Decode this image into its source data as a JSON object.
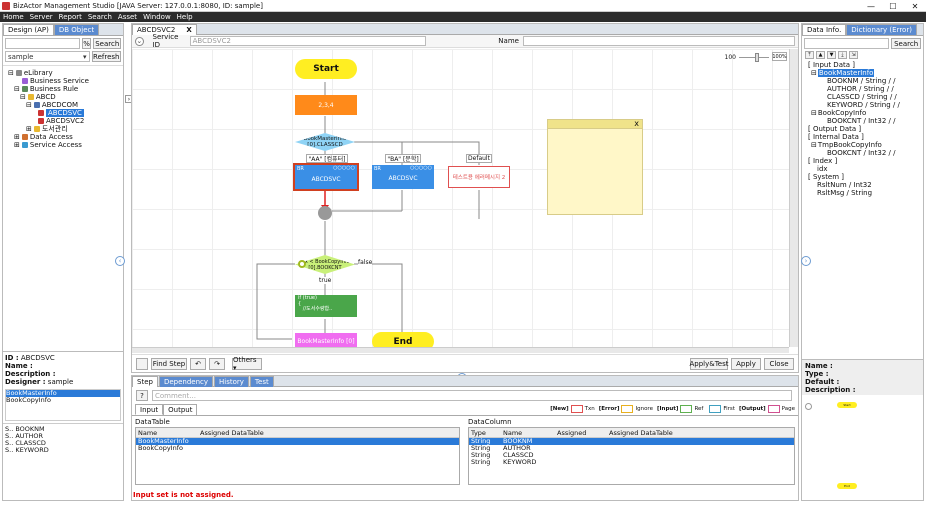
{
  "window": {
    "title": "BizActor Management Studio [JAVA Server: 127.0.0.1:8080, ID: sample]",
    "minimize": "—",
    "maximize": "☐",
    "close": "✕"
  },
  "menu": [
    "Home",
    "Server",
    "Report",
    "Search",
    "Asset",
    "Window",
    "Help"
  ],
  "left": {
    "tabs": [
      "Design (AP)",
      "DB Object"
    ],
    "search_value": "",
    "percent": "%",
    "search_btn": "Search",
    "combo_value": "sample",
    "refresh_btn": "Refresh",
    "tree": [
      "eLibrary",
      "Business Service",
      "Business Rule",
      "ABCD",
      "ABCDCOM",
      "ABCDSVC",
      "ABCDSVC2",
      "도서관리",
      "Data Access",
      "Service Access"
    ],
    "info": {
      "id_label": "ID :",
      "id_value": "ABCDSVC",
      "name_label": "Name :",
      "desc_label": "Description :",
      "designer_label": "Designer :",
      "designer_value": "sample"
    },
    "inputs": [
      "BookMasterInfo",
      "BookCopyInfo"
    ],
    "fields": [
      "S.. BOOKNM",
      "S.. AUTHOR",
      "S.. CLASSCD",
      "S.. KEYWORD"
    ]
  },
  "editor": {
    "doc_tab": "ABCDSVC2",
    "doc_close": "X",
    "service_id_label": "Service ID",
    "service_id_value": "ABCDSVC2",
    "name_label": "Name",
    "zoom": "100",
    "zoom_pct": "100%",
    "flow": {
      "start": "Start",
      "step1": "2,3,4",
      "decision1": "BookMasterInfo\n[0].CLASSCD",
      "case_aa": "\"AA\" [컴퓨터]",
      "case_ba": "\"BA\" [문학]",
      "case_default": "Default",
      "br": "BR",
      "svc1": "ABCDSVC",
      "svc2": "ABCDSVC",
      "dots": "○○○○○",
      "msg": "테스트용 에러메시지 2",
      "loop": "idx < BookCopyInfo\n[0].BOOKCNT",
      "false_lbl": "false",
      "true_lbl": "true",
      "if_block": "if (true)\n{\n   //도서수량합..",
      "book_master": "BookMasterInfo [0]",
      "end": "End",
      "memo_close": "x"
    },
    "buttons": {
      "find_step": "Find Step",
      "undo": "↶",
      "redo": "↷",
      "others": "Others ▾",
      "apply_test": "Apply&Test",
      "apply": "Apply",
      "close": "Close"
    }
  },
  "bottom": {
    "tabs": [
      "Step",
      "Dependency",
      "History",
      "Test"
    ],
    "help": "?",
    "comment_placeholder": "Comment...",
    "io_tabs": [
      "Input",
      "Output"
    ],
    "legend": [
      {
        "label": "[New]",
        "name": "Txn",
        "color": "#e05050"
      },
      {
        "label": "[Error]",
        "name": "Ignore",
        "color": "#e8b020"
      },
      {
        "label": "[Input]",
        "name": "Ref",
        "color": "#5fb050"
      },
      {
        "label": "",
        "name": "First",
        "color": "#40a0c0"
      },
      {
        "label": "[Output]",
        "name": "Page",
        "color": "#d05090"
      }
    ],
    "datatable_label": "DataTable",
    "datatable_headers": [
      "Name",
      "Assigned DataTable"
    ],
    "datatable_rows": [
      [
        "BookMasterInfo",
        ""
      ],
      [
        "BookCopyInfo",
        ""
      ]
    ],
    "datacolumn_label": "DataColumn",
    "datacolumn_headers": [
      "Type",
      "Name",
      "Assigned",
      "Assigned DataTable"
    ],
    "datacolumn_rows": [
      [
        "String",
        "BOOKNM",
        "",
        ""
      ],
      [
        "String",
        "AUTHOR",
        "",
        ""
      ],
      [
        "String",
        "CLASSCD",
        "",
        ""
      ],
      [
        "String",
        "KEYWORD",
        "",
        ""
      ]
    ],
    "error": "Input set is not assigned."
  },
  "right": {
    "tabs": [
      "Data Info.",
      "Dictionary (Error)"
    ],
    "search_btn": "Search",
    "tree": [
      "[ Input Data ]",
      "BookMasterInfo",
      "BOOKNM / String /  /",
      "AUTHOR / String /  /",
      "CLASSCD / String /  /",
      "KEYWORD / String /  /",
      "BookCopyInfo",
      "BOOKCNT / Int32 /  /",
      "[ Output Data ]",
      "[ Internal Data ]",
      "TmpBookCopyInfo",
      "BOOKCNT / Int32 /  /",
      "[ Index ]",
      "idx",
      "[ System ]",
      "RsltNum / Int32",
      "RsltMsg / String"
    ],
    "info": {
      "name": "Name :",
      "type": "Type :",
      "default": "Default :",
      "desc": "Description :"
    },
    "mini_start": "Start",
    "mini_end": "End"
  },
  "colors": {
    "accent": "#2a7ad8",
    "start": "#ffee22",
    "step": "#ff8a1a",
    "decision": "#8fd3f5",
    "service": "#3a8fe6",
    "loop": "#c9f07a",
    "ifblock": "#4aa64a",
    "bookmaster": "#f06df0",
    "memo": "#fff7c8",
    "arrow_red": "#e02020"
  }
}
